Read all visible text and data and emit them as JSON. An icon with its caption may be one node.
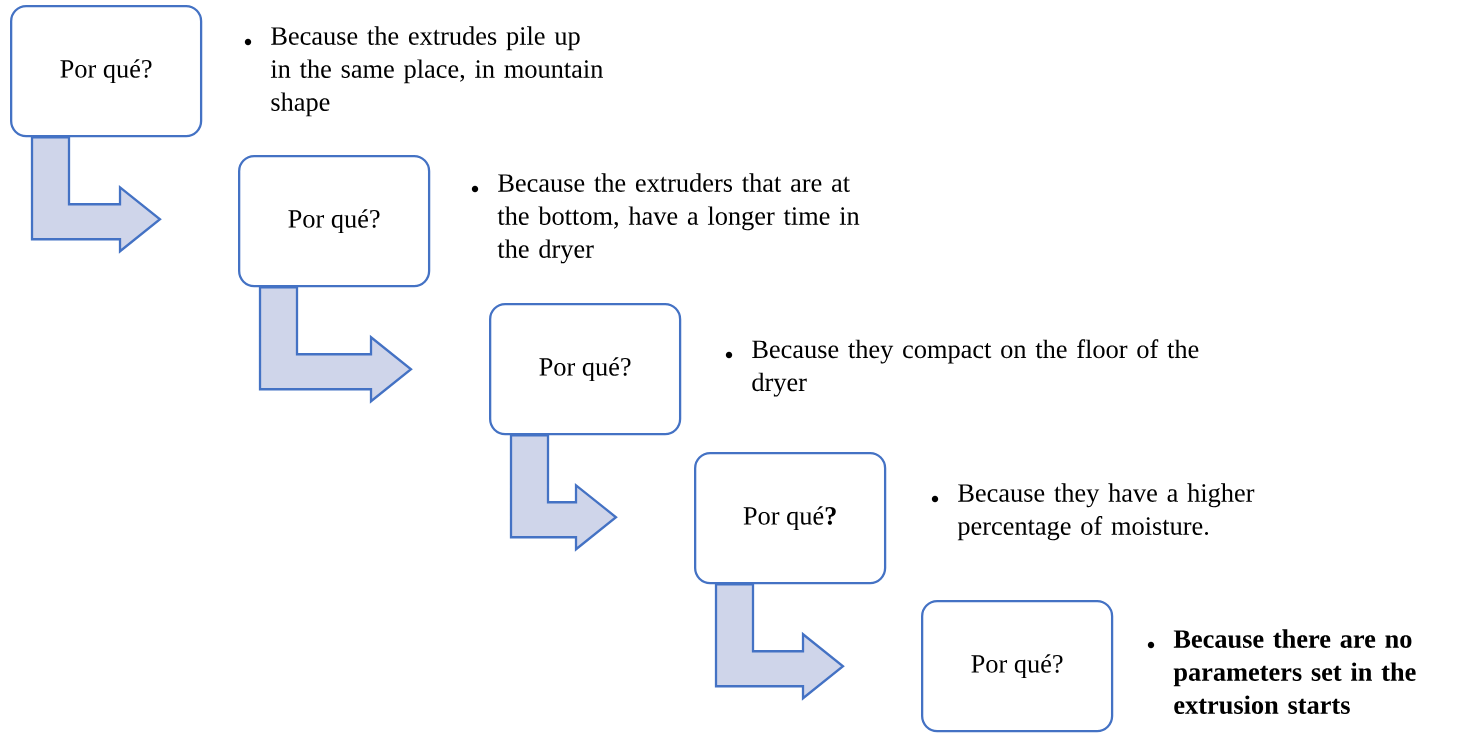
{
  "diagram": {
    "nodes": [
      {
        "text": [
          "Por qué?"
        ]
      },
      {
        "text": [
          "Por qué?"
        ]
      },
      {
        "text": [
          "Por qué?"
        ]
      },
      {
        "text": [
          "Por qué**?**"
        ]
      },
      {
        "text": [
          "Por qué?"
        ]
      }
    ],
    "labels": [
      "Because the extrudes pile up in the same place, in mountain shape",
      "Because the extruders that are at the bottom, have a longer time in the dryer",
      "Because they compact on the floor of the dryer",
      "Because they have a higher percentage of moisture.",
      "Because there are no parameters set in the extrusion starts"
    ],
    "edges": [
      {
        "from": 0,
        "to": 1,
        "arrow": "to"
      },
      {
        "from": 1,
        "to": 2,
        "arrow": "to"
      },
      {
        "from": 2,
        "to": 3,
        "arrow": "to"
      },
      {
        "from": 3,
        "to": 4,
        "arrow": "to"
      }
    ]
  }
}
